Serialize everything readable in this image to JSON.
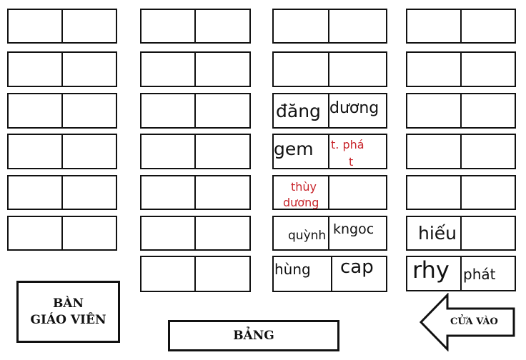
{
  "seats": {
    "c3r3_left": "đăng",
    "c3r3_right": "dương",
    "c3r4_left": "gem",
    "c3r4_right_l1": "t. phá",
    "c3r4_right_l2": "t",
    "c3r5_left_l1": "thùy",
    "c3r5_left_l2": "dương",
    "c3r6_left": "quỳnh",
    "c3r6_right": "kngoc",
    "c3r7_left": "hùng",
    "c3r7_right": "cap",
    "c4r6_left": "hiếu",
    "c4r7_left": "rhy",
    "c4r7_right": "phát"
  },
  "labels": {
    "teacher_desk_line1": "BÀN",
    "teacher_desk_line2": "GIÁO VIÊN",
    "board": "BẢNG",
    "entrance": "CỬA VÀO"
  },
  "colors": {
    "ink": "#111111",
    "red_names": "#c8262c"
  }
}
